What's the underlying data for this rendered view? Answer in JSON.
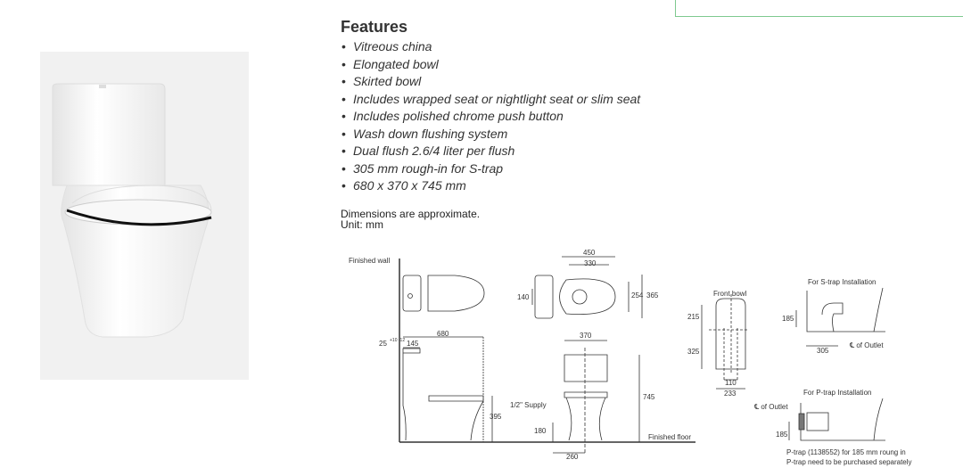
{
  "features": {
    "title": "Features",
    "items": [
      "Vitreous china",
      "Elongated bowl",
      "Skirted bowl",
      "Includes wrapped seat or nightlight seat or slim seat",
      "Includes polished chrome push button",
      "Wash down flushing system",
      "Dual flush 2.6/4 liter per flush",
      "305 mm rough-in for S-trap",
      "680 x 370 x 745 mm"
    ]
  },
  "note": {
    "line1": "Dimensions are approximate.",
    "line2": "Unit: mm"
  },
  "drawing": {
    "finished_wall": "Finished wall",
    "finished_floor": "Finished floor",
    "d450": "450",
    "d330": "330",
    "d140": "140",
    "d254": "254",
    "d365": "365",
    "d680": "680",
    "d25": "25",
    "d25_tol": "+10 -12",
    "d145": "145",
    "d395": "395",
    "d370": "370",
    "d745": "745",
    "supply": "1/2\" Supply",
    "d180": "180",
    "d260": "260",
    "front_bowl": "Front bowl",
    "d215": "215",
    "d325": "325",
    "d110": "110",
    "d233": "233",
    "strap_title": "For S-trap Installation",
    "strap_185": "185",
    "strap_305": "305",
    "strap_outlet": "℄ of Outlet",
    "ptrap_title": "For P-trap Installation",
    "ptrap_outlet": "℄ of Outlet",
    "ptrap_185": "185",
    "ptrap_note1": "P-trap (1138552) for 185 mm roung in",
    "ptrap_note2": "P-trap need to be purchased separately"
  }
}
